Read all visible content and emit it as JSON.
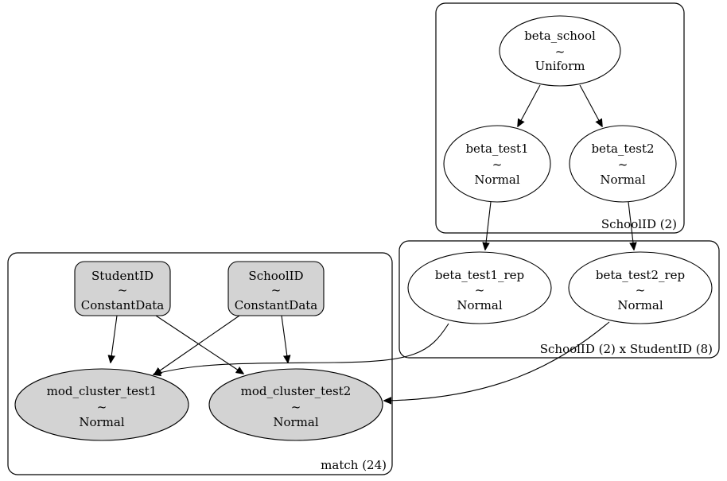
{
  "plates": {
    "school": "SchoolID (2)",
    "school_student": "SchoolID (2) x StudentID (8)",
    "match": "match (24)"
  },
  "nodes": {
    "beta_school": {
      "name": "beta_school",
      "tilde": "~",
      "dist": "Uniform"
    },
    "beta_test1": {
      "name": "beta_test1",
      "tilde": "~",
      "dist": "Normal"
    },
    "beta_test2": {
      "name": "beta_test2",
      "tilde": "~",
      "dist": "Normal"
    },
    "beta_test1_rep": {
      "name": "beta_test1_rep",
      "tilde": "~",
      "dist": "Normal"
    },
    "beta_test2_rep": {
      "name": "beta_test2_rep",
      "tilde": "~",
      "dist": "Normal"
    },
    "studentid": {
      "name": "StudentID",
      "tilde": "~",
      "dist": "ConstantData"
    },
    "schoolid": {
      "name": "SchoolID",
      "tilde": "~",
      "dist": "ConstantData"
    },
    "mod_cluster_test1": {
      "name": "mod_cluster_test1",
      "tilde": "~",
      "dist": "Normal"
    },
    "mod_cluster_test2": {
      "name": "mod_cluster_test2",
      "tilde": "~",
      "dist": "Normal"
    }
  }
}
